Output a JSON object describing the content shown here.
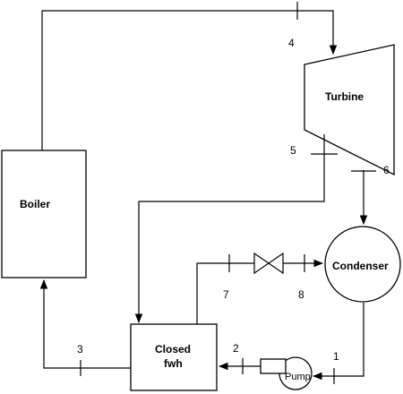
{
  "components": {
    "boiler": "Boiler",
    "turbine": "Turbine",
    "condenser": "Condenser",
    "fwh_line1": "Closed",
    "fwh_line2": "fwh",
    "pump": "Pump"
  },
  "state_points": [
    "1",
    "2",
    "3",
    "4",
    "5",
    "6",
    "7",
    "8"
  ]
}
